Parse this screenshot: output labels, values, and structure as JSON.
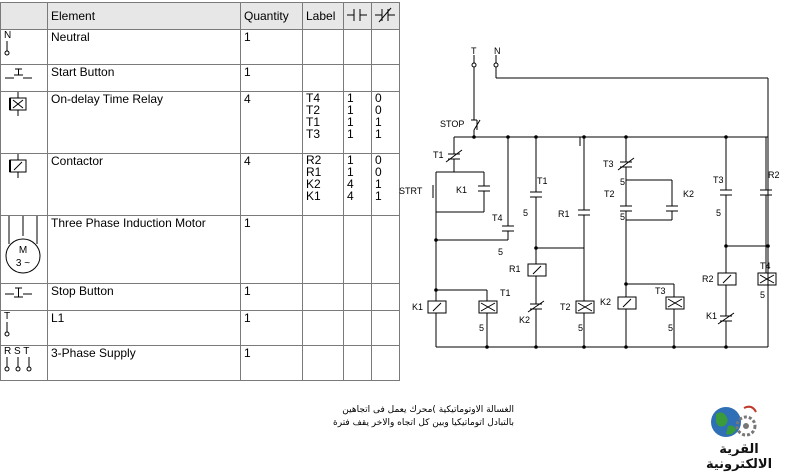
{
  "table": {
    "headers": {
      "element": "Element",
      "quantity": "Quantity",
      "label": "Label",
      "no_icon": "normally-open-contact-icon",
      "nc_icon": "normally-closed-contact-icon"
    },
    "rows": [
      {
        "symbol_icon": "neutral-terminal-icon",
        "symbol_text": "N",
        "element": "Neutral",
        "quantity": "1",
        "labels": [],
        "no": [],
        "nc": []
      },
      {
        "symbol_icon": "start-button-icon",
        "symbol_text": "",
        "element": "Start Button",
        "quantity": "1",
        "labels": [],
        "no": [],
        "nc": []
      },
      {
        "symbol_icon": "on-delay-timer-coil-icon",
        "symbol_text": "",
        "element": "On-delay Time Relay",
        "quantity": "4",
        "labels": [
          "T4",
          "T2",
          "T1",
          "T3"
        ],
        "no": [
          "1",
          "1",
          "1",
          "1"
        ],
        "nc": [
          "0",
          "0",
          "1",
          "1"
        ]
      },
      {
        "symbol_icon": "contactor-coil-icon",
        "symbol_text": "",
        "element": "Contactor",
        "quantity": "4",
        "labels": [
          "R2",
          "R1",
          "K2",
          "K1"
        ],
        "no": [
          "1",
          "1",
          "4",
          "4"
        ],
        "nc": [
          "0",
          "0",
          "1",
          "1"
        ]
      },
      {
        "symbol_icon": "motor-icon",
        "symbol_text": "M\n3 ~",
        "element": "Three Phase Induction Motor",
        "quantity": "1",
        "labels": [],
        "no": [],
        "nc": []
      },
      {
        "symbol_icon": "stop-button-icon",
        "symbol_text": "",
        "element": "Stop Button",
        "quantity": "1",
        "labels": [],
        "no": [],
        "nc": []
      },
      {
        "symbol_icon": "line-terminal-icon",
        "symbol_text": "T",
        "element": "L1",
        "quantity": "1",
        "labels": [],
        "no": [],
        "nc": []
      },
      {
        "symbol_icon": "three-phase-supply-icon",
        "symbol_text": "R S T",
        "element": "3-Phase Supply",
        "quantity": "1",
        "labels": [],
        "no": [],
        "nc": []
      }
    ]
  },
  "diagram": {
    "terminals": [
      "T",
      "N"
    ],
    "stop_label": "STOP",
    "start_label": "STRT",
    "contact_labels": {
      "t1_nc": "T1",
      "k1_hold": "K1",
      "t4_no": "T4",
      "t1_no": "T1",
      "r1_no": "R1",
      "t3_nc": "T3",
      "t2_no": "T2",
      "k2_hold": "K2",
      "t3_no": "T3",
      "r2_no": "R2"
    },
    "coil_labels": {
      "k1": "K1",
      "t1": "T1",
      "r1": "R1",
      "t2": "T2",
      "k2": "K2",
      "t3": "T3",
      "r2": "R2",
      "t4": "T4"
    },
    "interlock_labels": {
      "k2_nc": "K2",
      "k1_nc": "K1"
    },
    "delay_value": "5"
  },
  "caption": {
    "line1": "الغسالة الاوتوماتيكية )محرك يعمل فى اتجاهين",
    "line2": "بالتبادل اتوماتيكيا وبين كل اتجاه والاخر يقف فترة"
  },
  "logo": {
    "text": "القرية الالكترونية",
    "icon": "globe-gear-logo-icon"
  },
  "colors": {
    "line": "#000000",
    "grid": "#7a7a7a",
    "header_bg": "#e7e7e7",
    "logo_green": "#3a9b3a",
    "logo_blue": "#2f6fb6",
    "logo_red": "#c0392b"
  }
}
